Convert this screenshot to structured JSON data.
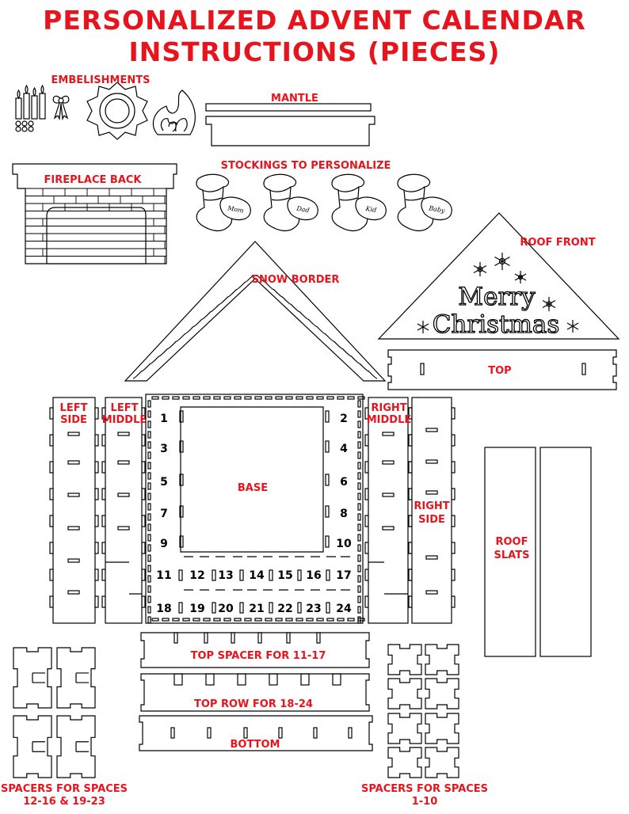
{
  "title": {
    "line1": "PERSONALIZED ADVENT CALENDAR",
    "line2": "INSTRUCTIONS (PIECES)"
  },
  "labels": {
    "embellishments": "EMBELISHMENTS",
    "mantle": "MANTLE",
    "fireplace_back": "FIREPLACE BACK",
    "stockings": "STOCKINGS TO PERSONALIZE",
    "roof_front": "ROOF FRONT",
    "snow_border": "SNOW BORDER",
    "top": "TOP",
    "left_side": [
      "LEFT",
      "SIDE"
    ],
    "left_middle": [
      "LEFT",
      "MIDDLE"
    ],
    "base": "BASE",
    "right_middle": [
      "RIGHT",
      "MIDDLE"
    ],
    "right_side": [
      "RIGHT",
      "SIDE"
    ],
    "roof_slats": [
      "ROOF",
      "SLATS"
    ],
    "top_spacer": "TOP SPACER FOR 11-17",
    "top_row": "TOP ROW FOR 18-24",
    "bottom": "BOTTOM",
    "spacers_left": [
      "SPACERS FOR SPACES",
      "12-16 & 19-23"
    ],
    "spacers_right": [
      "SPACERS FOR SPACES",
      "1-10"
    ]
  },
  "stocking_names": [
    "Mom",
    "Dad",
    "Kid",
    "Baby"
  ],
  "roof_text": [
    "Merry",
    "Christmas"
  ],
  "base_numbers": {
    "left_column": [
      "1",
      "3",
      "5",
      "7",
      "9"
    ],
    "right_column": [
      "2",
      "4",
      "6",
      "8",
      "10"
    ],
    "row_11_17": [
      "11",
      "12",
      "13",
      "14",
      "15",
      "16",
      "17"
    ],
    "row_18_24": [
      "18",
      "19",
      "20",
      "21",
      "22",
      "23",
      "24"
    ]
  },
  "colors": {
    "label": "#e8141d",
    "outline": "#000000",
    "fill": "#ffffff"
  }
}
